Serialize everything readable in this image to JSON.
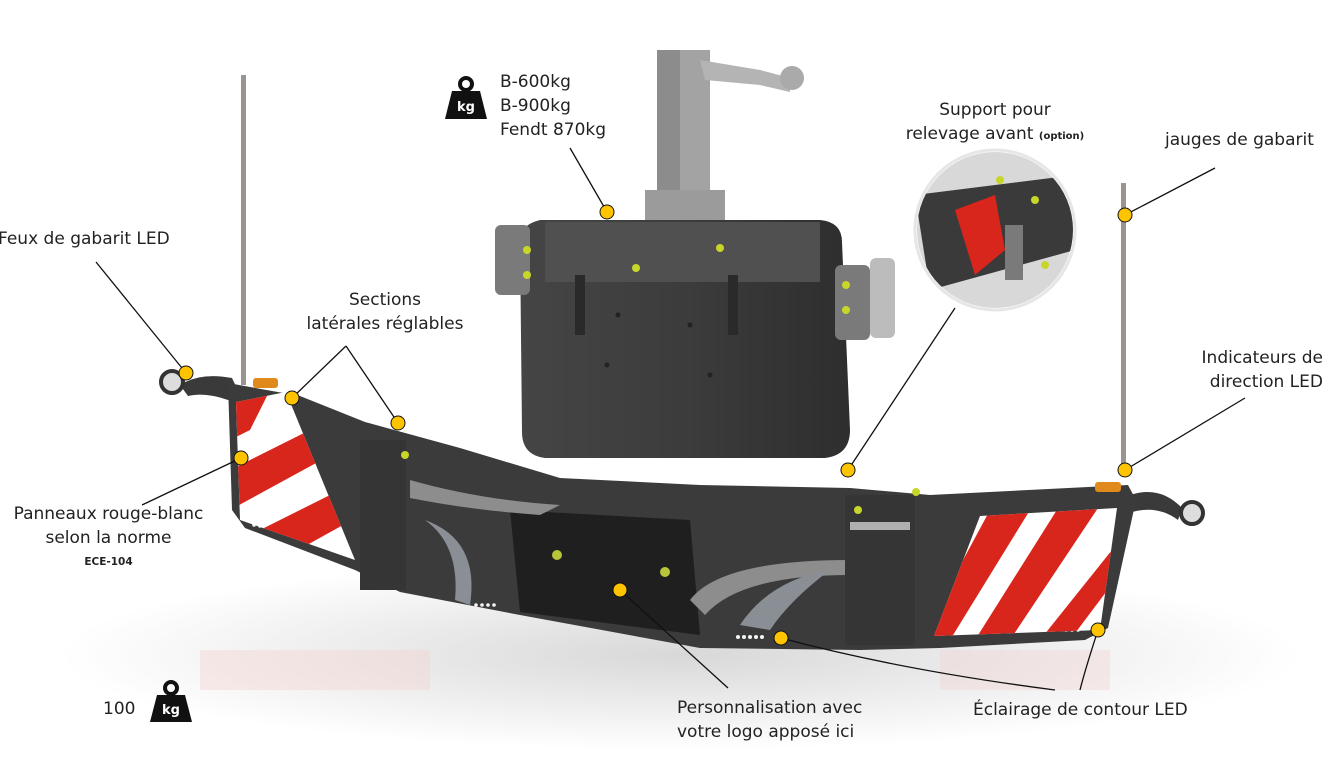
{
  "colors": {
    "callout_dot": "#ffc400",
    "body_dark": "#3a3a3a",
    "stripe_red": "#d9261c",
    "accent_green": "#c8d62a"
  },
  "icons": [
    "weight-icon"
  ],
  "weights": {
    "lines": [
      "B-600kg",
      "B-900kg",
      "Fendt 870kg"
    ],
    "icon_label": "kg"
  },
  "labels": {
    "feux": "Feux de gabarit LED",
    "sections": [
      "Sections",
      "latérales réglables"
    ],
    "support": [
      "Support pour",
      "relevage avant"
    ],
    "support_option": "(option)",
    "jauges": "jauges de gabarit",
    "indicateurs": [
      "Indicateurs de",
      "direction LED"
    ],
    "panneaux": [
      "Panneaux rouge-blanc",
      "selon la norme"
    ],
    "panneaux_norm": "ECE-104",
    "perso": [
      "Personnalisation avec",
      "votre logo apposé ici"
    ],
    "eclairage": "Éclairage de contour LED"
  },
  "bottom_weight": {
    "value": "100",
    "icon_label": "kg"
  }
}
